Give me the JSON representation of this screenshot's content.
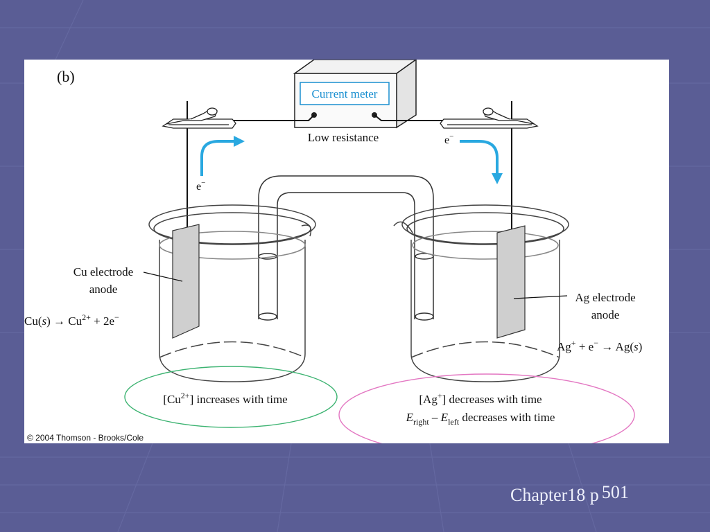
{
  "slide": {
    "footer_chapter": "Chapter18 p",
    "footer_page": "501"
  },
  "figure": {
    "panel_label": "(b)",
    "meter_label": "Current meter",
    "resistance_label": "Low resistance",
    "electron_left": "e",
    "electron_right": "e",
    "electron_sign": "−",
    "left_electrode": {
      "name": "Cu electrode",
      "role": "anode",
      "reaction_lhs": "Cu(",
      "reaction_state": "s",
      "reaction_mid": ") → Cu",
      "reaction_charge": "2+",
      "reaction_rhs": " + 2e",
      "reaction_rhs_sign": "−"
    },
    "right_electrode": {
      "name": "Ag electrode",
      "role": "anode",
      "reaction_lhs": "Ag",
      "reaction_charge": "+",
      "reaction_mid": " + e",
      "reaction_mid_sign": "−",
      "reaction_rhs": " → Ag(",
      "reaction_state": "s",
      "reaction_end": ")"
    },
    "left_note": {
      "pre": "[Cu",
      "sup": "2+",
      "post": "] increases with time"
    },
    "right_note": {
      "pre": "[Ag",
      "sup": "+",
      "post": "] decreases with time",
      "e1": "E",
      "sub1": "right",
      "minus": " – ",
      "e2": "E",
      "sub2": "left",
      "tail": " decreases with time"
    },
    "copyright": "© 2004 Thomson - Brooks/Cole",
    "colors": {
      "arrow": "#29a8e0",
      "left_ellipse": "#3cb371",
      "right_ellipse": "#e377c2",
      "meter_text": "#1a8fd0",
      "electrode": "#c8c8c8"
    }
  }
}
